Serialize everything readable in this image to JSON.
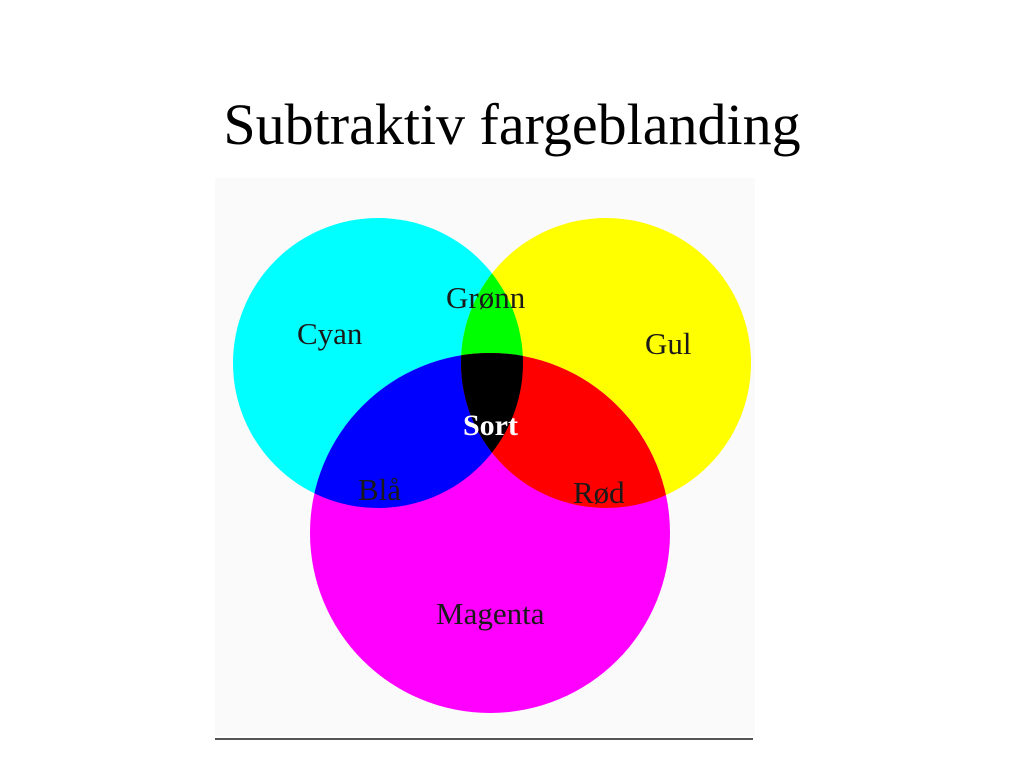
{
  "title": "Subtraktiv fargeblanding",
  "circles": [
    {
      "name": "Cyan",
      "color": "#00ffff"
    },
    {
      "name": "Gul",
      "color": "#ffff00"
    },
    {
      "name": "Magenta",
      "color": "#ff00ff"
    }
  ],
  "overlaps": {
    "cyan_yellow": {
      "label": "Grønn",
      "color": "#00ff00"
    },
    "cyan_magenta": {
      "label": "Blå",
      "color": "#0000ff"
    },
    "yellow_magenta": {
      "label": "Rød",
      "color": "#ff0000"
    },
    "all": {
      "label": "Sort",
      "color": "#000000"
    }
  }
}
